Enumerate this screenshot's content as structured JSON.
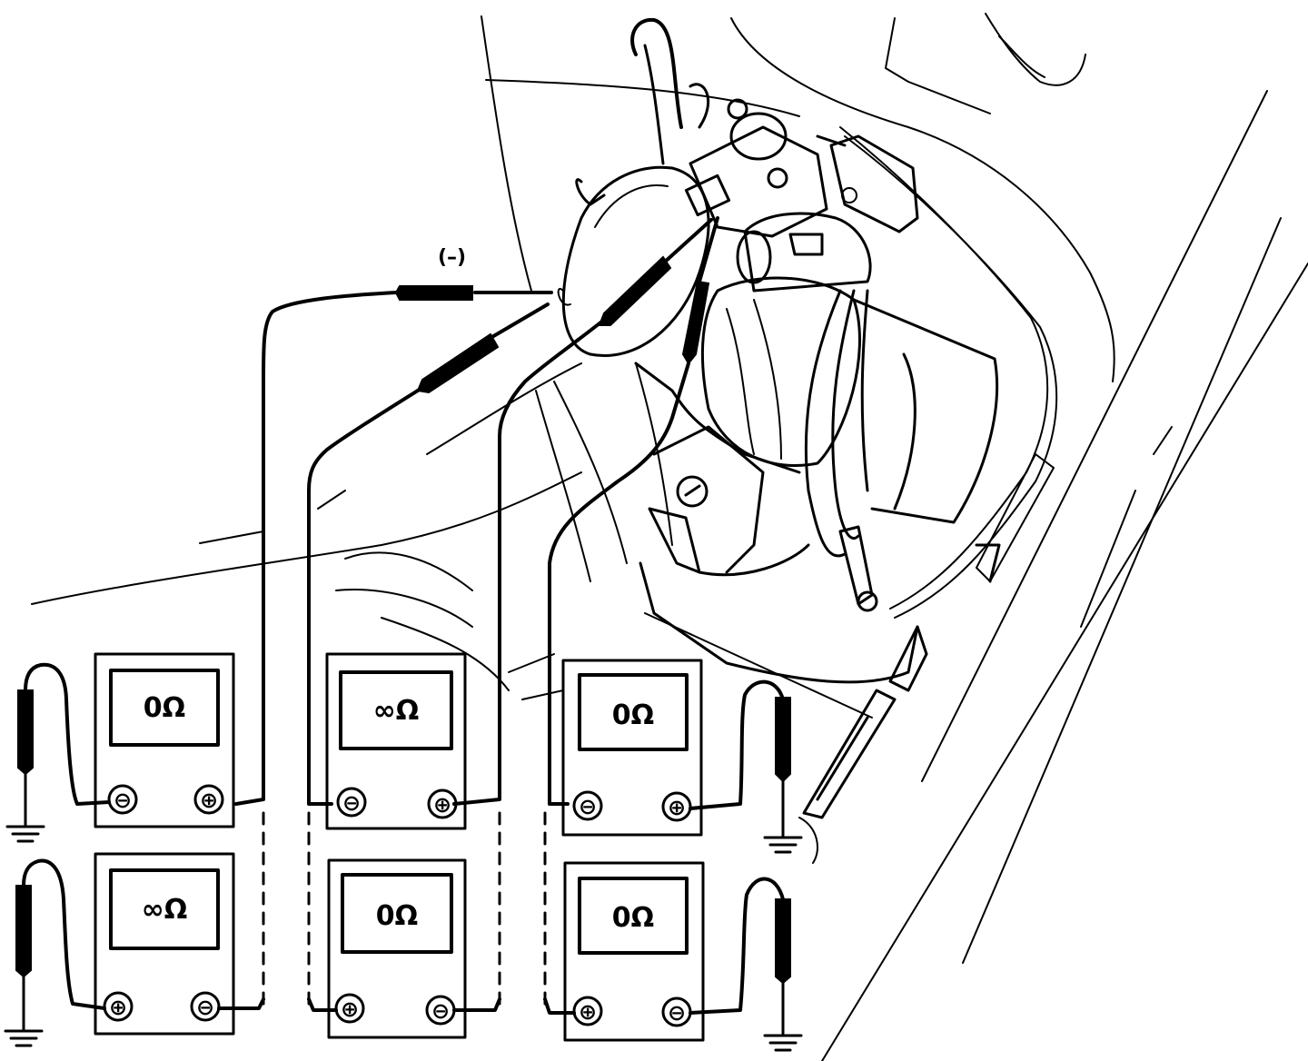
{
  "connector_label": "(–)",
  "meters": [
    {
      "reading": "0Ω",
      "left_terminal": "⊖",
      "right_terminal": "⊕"
    },
    {
      "reading": "∞Ω",
      "left_terminal": "⊖",
      "right_terminal": "⊕"
    },
    {
      "reading": "0Ω",
      "left_terminal": "⊖",
      "right_terminal": "⊕"
    },
    {
      "reading": "∞Ω",
      "left_terminal": "⊕",
      "right_terminal": "⊖"
    },
    {
      "reading": "0Ω",
      "left_terminal": "⊕",
      "right_terminal": "⊖"
    },
    {
      "reading": "0Ω",
      "left_terminal": "⊕",
      "right_terminal": "⊖"
    }
  ]
}
